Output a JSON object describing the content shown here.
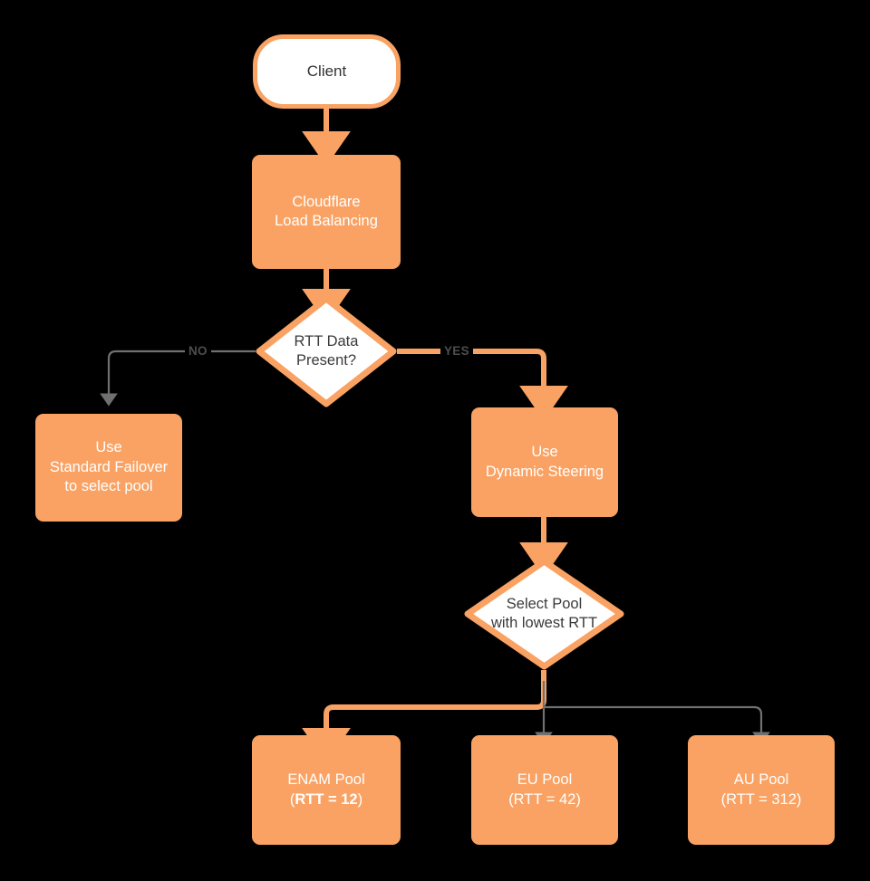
{
  "diagram": {
    "title": "Cloudflare Load Balancing dynamic steering flowchart",
    "background_color": "#000000",
    "accent_color": "#F9A263",
    "edge_gray_color": "#707070",
    "text_on_fill_color": "#FFFFFF",
    "text_dark_color": "#3A3A3A"
  },
  "nodes": {
    "client": {
      "label": "Client",
      "shape": "terminator"
    },
    "load_balancing": {
      "line1": "Cloudflare",
      "line2": "Load Balancing",
      "shape": "process"
    },
    "rtt_decision": {
      "line1": "RTT Data",
      "line2": "Present?",
      "shape": "decision"
    },
    "standard_failover": {
      "line1": "Use",
      "line2": "Standard Failover",
      "line3": "to select pool",
      "shape": "process"
    },
    "dynamic_steering": {
      "line1": "Use",
      "line2": "Dynamic Steering",
      "shape": "process"
    },
    "select_pool": {
      "line1": "Select Pool",
      "line2": "with lowest RTT",
      "shape": "decision"
    },
    "enam_pool": {
      "line1": "ENAM Pool",
      "paren_open": "(",
      "rtt_text": "RTT = 12",
      "paren_close": ")",
      "shape": "process",
      "selected": true
    },
    "eu_pool": {
      "line1": "EU Pool",
      "line2": "(RTT = 42)",
      "shape": "process",
      "selected": false
    },
    "au_pool": {
      "line1": "AU Pool",
      "line2": "(RTT = 312)",
      "shape": "process",
      "selected": false
    }
  },
  "edge_labels": {
    "no": "NO",
    "yes": "YES"
  }
}
